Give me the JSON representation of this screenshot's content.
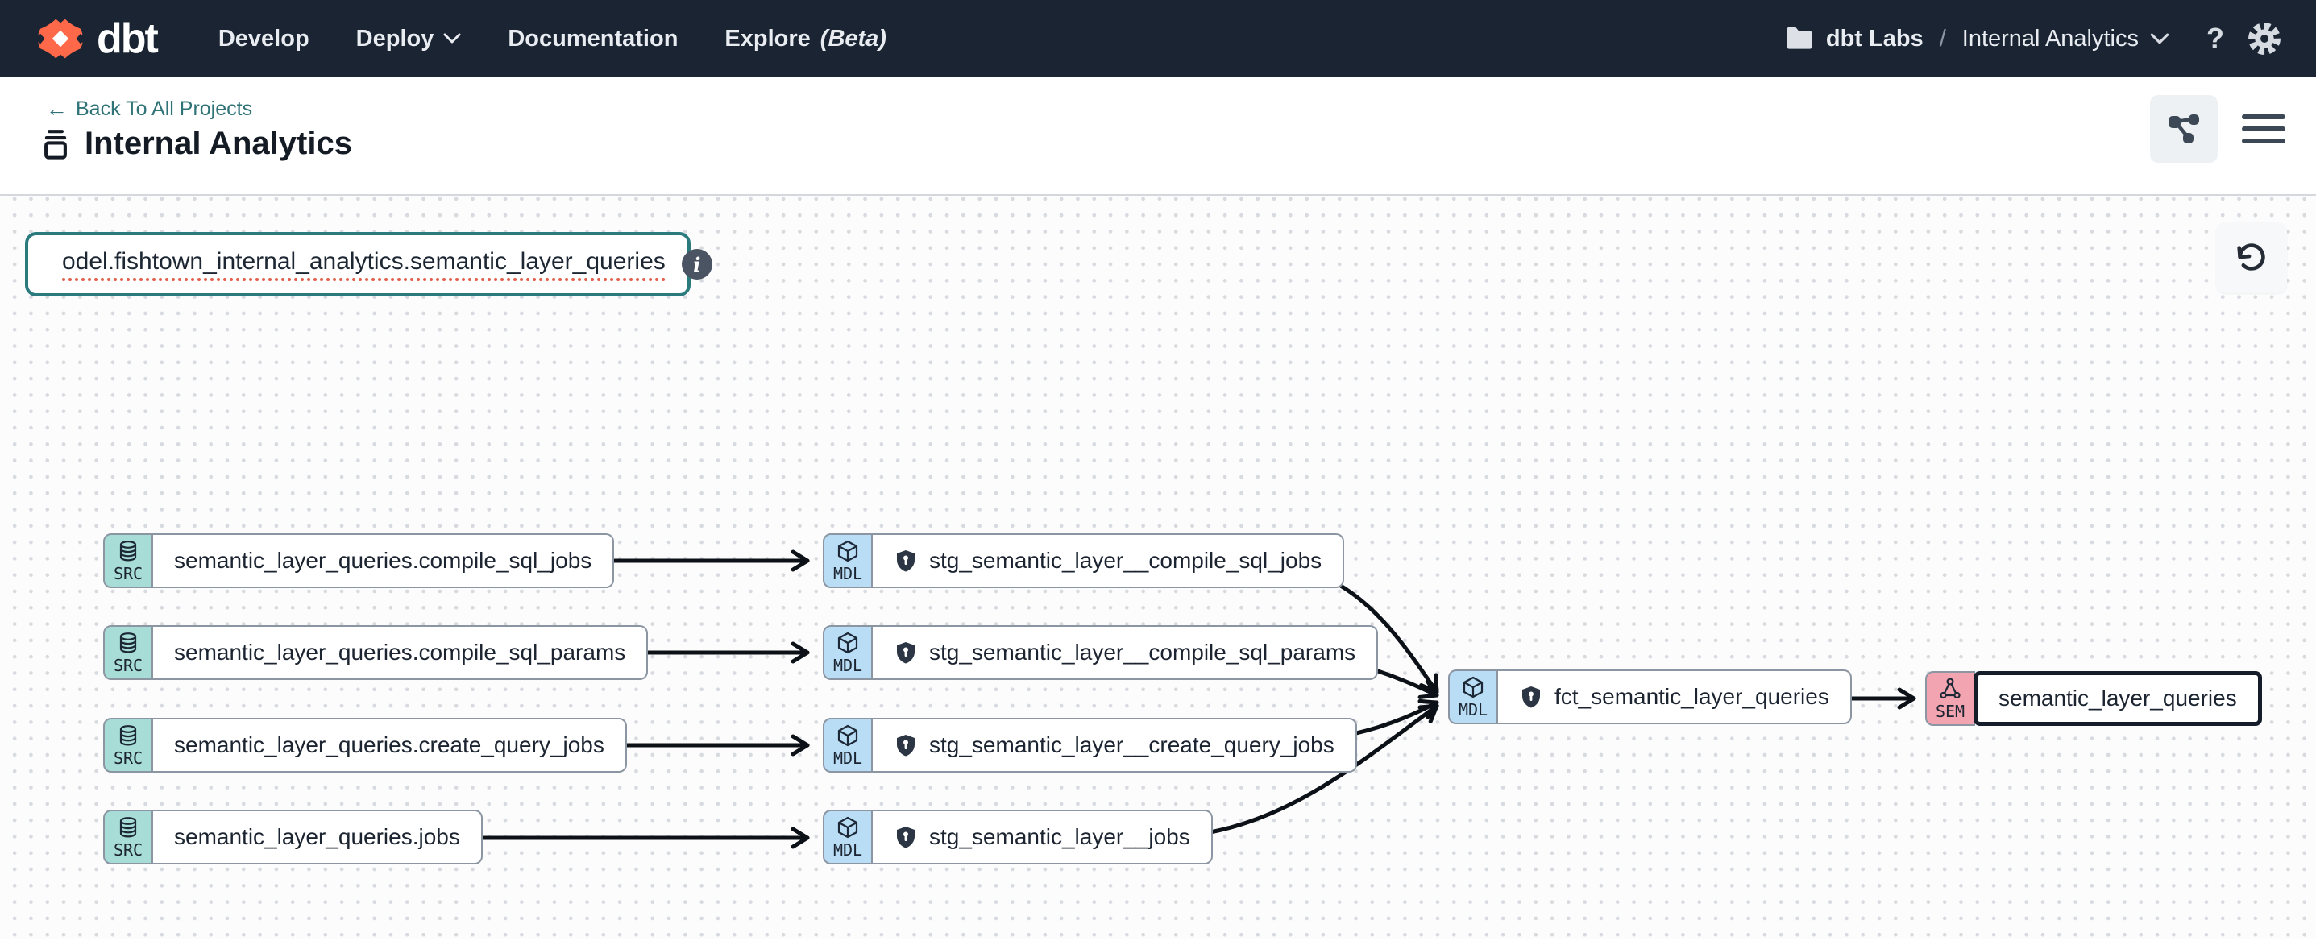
{
  "navbar": {
    "logo": "dbt",
    "nav": [
      {
        "label": "Develop"
      },
      {
        "label": "Deploy"
      },
      {
        "label": "Documentation"
      },
      {
        "label": "Explore",
        "beta": "(Beta)"
      }
    ],
    "account": "dbt Labs",
    "breadcrumb_sep": "/",
    "project": "Internal Analytics",
    "help": "?"
  },
  "header": {
    "back_arrow": "←",
    "back_label": "Back To All Projects",
    "title": "Internal Analytics"
  },
  "toolbar": {
    "search_value": "odel.fishtown_internal_analytics.semantic_layer_queries",
    "info_glyph": "i"
  },
  "graph": {
    "badge_src": "SRC",
    "badge_mdl": "MDL",
    "badge_sem": "SEM",
    "src_nodes": [
      {
        "label": "semantic_layer_queries.compile_sql_jobs"
      },
      {
        "label": "semantic_layer_queries.compile_sql_params"
      },
      {
        "label": "semantic_layer_queries.create_query_jobs"
      },
      {
        "label": "semantic_layer_queries.jobs"
      }
    ],
    "mdl_nodes": [
      {
        "label": "stg_semantic_layer__compile_sql_jobs"
      },
      {
        "label": "stg_semantic_layer__compile_sql_params"
      },
      {
        "label": "stg_semantic_layer__create_query_jobs"
      },
      {
        "label": "stg_semantic_layer__jobs"
      }
    ],
    "fct_node": {
      "label": "fct_semantic_layer_queries"
    },
    "sem_node": {
      "label": "semantic_layer_queries"
    }
  },
  "colors": {
    "navbar_bg": "#1a2433",
    "accent_orange": "#ff694a",
    "teal_link": "#2f7377",
    "search_border": "#2a7a7e",
    "src_badge": "#a8dcd6",
    "mdl_badge": "#b9ddf5",
    "sem_badge": "#f2a4b0",
    "node_border": "#8c96a3",
    "edge": "#0c1117"
  }
}
